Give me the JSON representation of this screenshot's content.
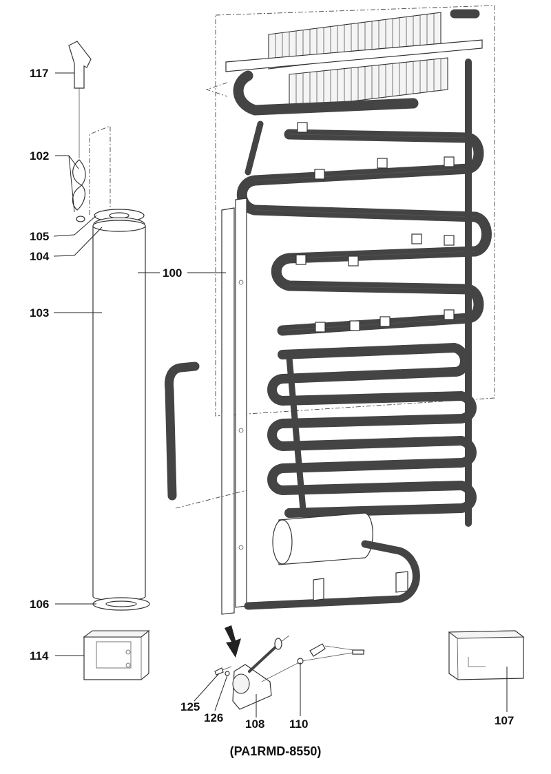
{
  "labels": {
    "l117": "117",
    "l102": "102",
    "l105": "105",
    "l104": "104",
    "l103": "103",
    "l100": "100",
    "l106": "106",
    "l114": "114",
    "l125": "125",
    "l126": "126",
    "l108": "108",
    "l110": "110",
    "l107": "107"
  },
  "caption": "(PA1RMD-8550)"
}
